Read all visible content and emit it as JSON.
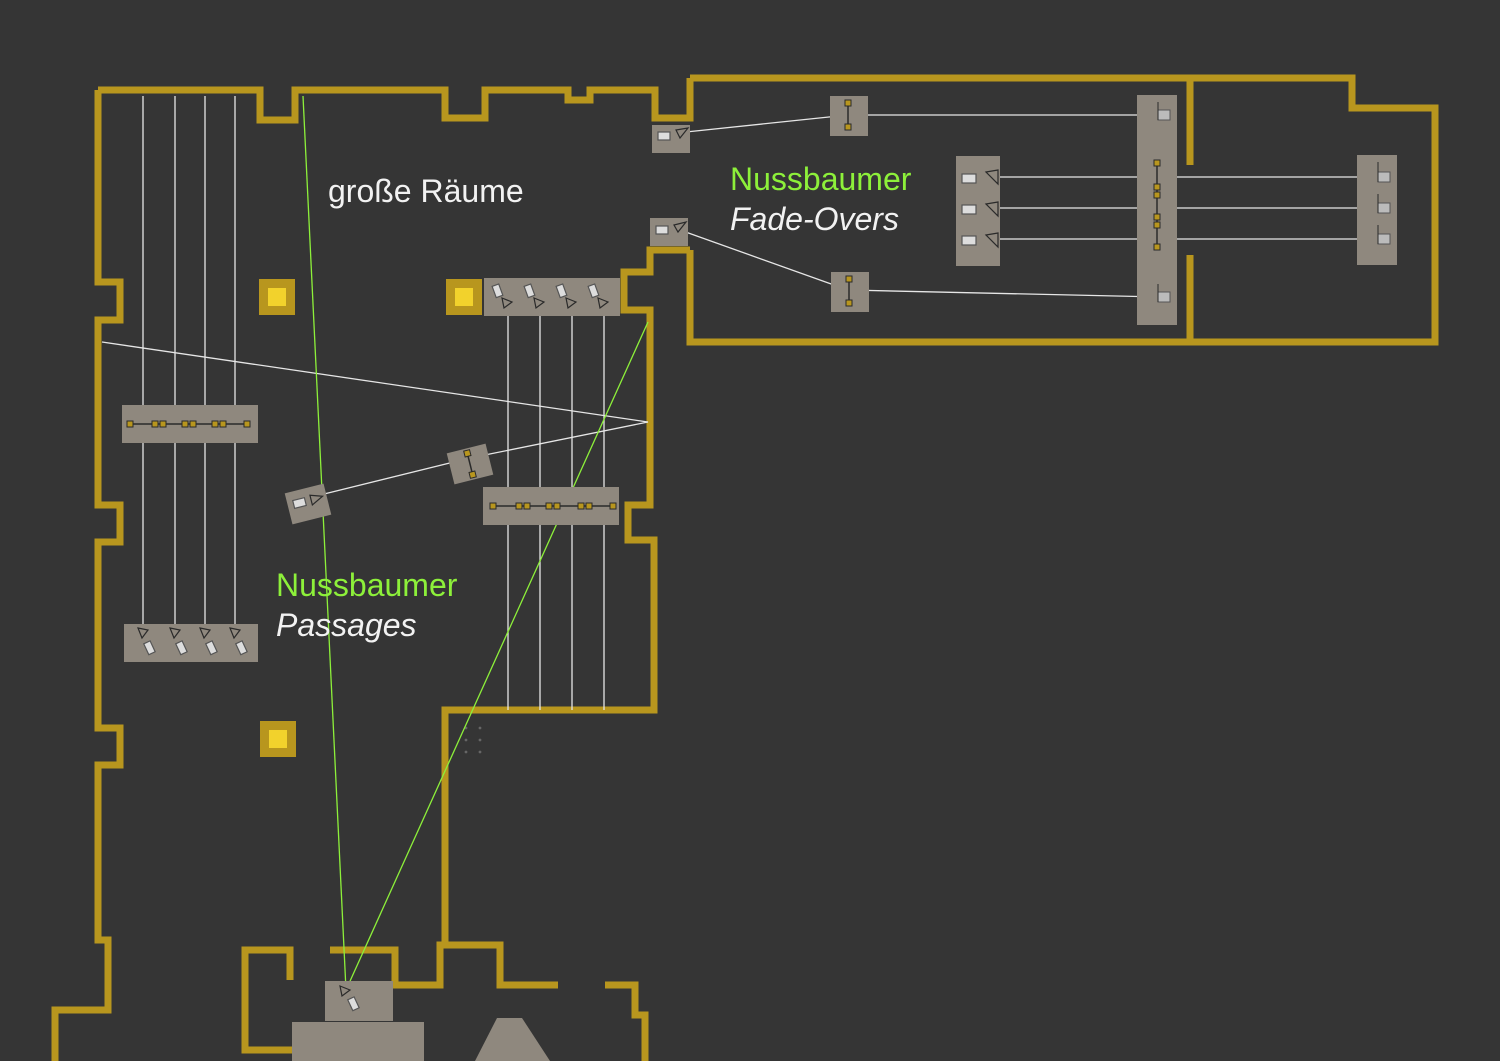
{
  "colors": {
    "background": "#353535",
    "wall": "#b8961e",
    "panel": "#8f887e",
    "pillar": "#f2d22c",
    "line_white": "#e6e6e6",
    "line_green": "#8df03a",
    "text_white": "#f2f2f2",
    "text_green": "#8df03a"
  },
  "labels": {
    "hall": "große Räume",
    "fadeovers_artist": "Nussbaumer",
    "fadeovers_title": "Fade-Overs",
    "passages_artist": "Nussbaumer",
    "passages_title": "Passages"
  },
  "legend_icons": [
    "projector-icon",
    "sensor-bar-icon",
    "pillar-icon"
  ]
}
